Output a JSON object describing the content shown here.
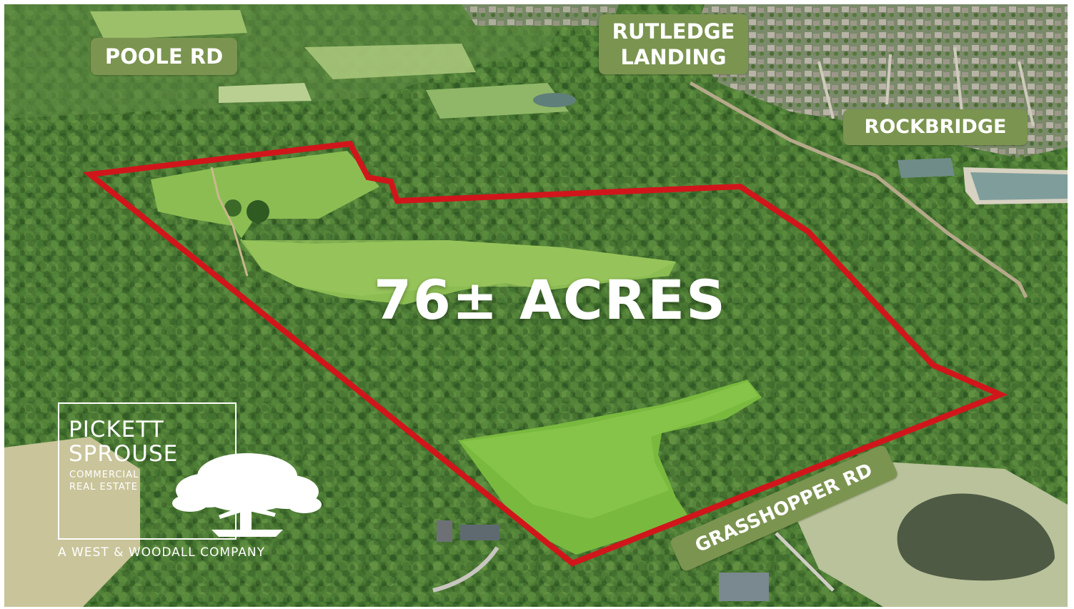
{
  "image": {
    "description_labels": {
      "poole_rd": "POOLE RD",
      "rutledge_line1": "RUTLEDGE",
      "rutledge_line2": "LANDING",
      "rockbridge": "ROCKBRIDGE",
      "grasshopper_rd": "GRASSHOPPER RD"
    },
    "headline": "76± ACRES",
    "logo": {
      "line1": "PICKETT",
      "line2": "SPROUSE",
      "line3": "COMMERCIAL",
      "line4": "REAL ESTATE",
      "tagline": "A WEST & WOODALL COMPANY"
    },
    "colors": {
      "label_bg": "#7b9450",
      "boundary": "#d0161b",
      "forest": "#3f6a2a",
      "field": "#8cbf4f"
    }
  }
}
